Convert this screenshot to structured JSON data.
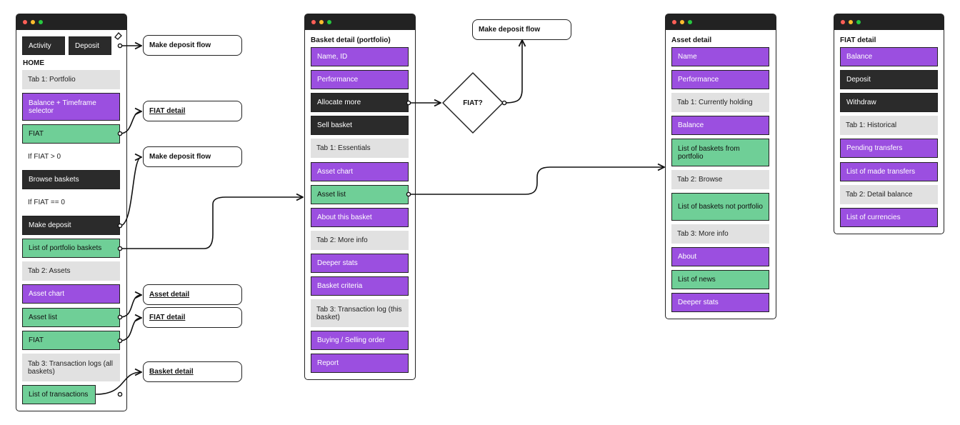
{
  "home": {
    "buttons": [
      "Activity",
      "Deposit"
    ],
    "title": "HOME",
    "items": [
      {
        "label": "Tab 1: Portfolio",
        "style": "gray"
      },
      {
        "label": "Balance + Timeframe selector",
        "style": "purple"
      },
      {
        "label": "FIAT",
        "style": "green"
      },
      {
        "label": "If FIAT > 0",
        "style": "plain"
      },
      {
        "label": "Browse baskets",
        "style": "dark"
      },
      {
        "label": "If FIAT == 0",
        "style": "plain"
      },
      {
        "label": "Make deposit",
        "style": "dark"
      },
      {
        "label": "List of portfolio baskets",
        "style": "green"
      },
      {
        "label": "Tab 2: Assets",
        "style": "gray"
      },
      {
        "label": "Asset chart",
        "style": "purple"
      },
      {
        "label": "Asset list",
        "style": "green"
      },
      {
        "label": "FIAT",
        "style": "green"
      },
      {
        "label": "Tab 3: Transaction logs (all baskets)",
        "style": "gray"
      },
      {
        "label": "List of transactions",
        "style": "green"
      }
    ]
  },
  "home_links": [
    "Make deposit flow",
    "FIAT detail",
    "Make deposit flow",
    "Asset detail",
    "FIAT detail",
    "Basket detail"
  ],
  "basket": {
    "title": "Basket detail (portfolio)",
    "items": [
      {
        "label": "Name, ID",
        "style": "purple"
      },
      {
        "label": "Performance",
        "style": "purple"
      },
      {
        "label": "Allocate more",
        "style": "dark"
      },
      {
        "label": "Sell basket",
        "style": "dark"
      },
      {
        "label": "Tab 1: Essentials",
        "style": "gray"
      },
      {
        "label": "Asset chart",
        "style": "purple"
      },
      {
        "label": "Asset list",
        "style": "green"
      },
      {
        "label": "About this basket",
        "style": "purple"
      },
      {
        "label": "Tab 2: More info",
        "style": "gray"
      },
      {
        "label": "Deeper stats",
        "style": "purple"
      },
      {
        "label": "Basket criteria",
        "style": "purple"
      },
      {
        "label": "Tab 3: Transaction log (this basket)",
        "style": "gray"
      },
      {
        "label": "Buying / Selling order",
        "style": "purple"
      },
      {
        "label": "Report",
        "style": "purple"
      }
    ]
  },
  "decision": {
    "label": "FIAT?",
    "target": "Make deposit flow"
  },
  "asset": {
    "title": "Asset detail",
    "items": [
      {
        "label": "Name",
        "style": "purple"
      },
      {
        "label": "Performance",
        "style": "purple"
      },
      {
        "label": "Tab 1: Currently holding",
        "style": "gray"
      },
      {
        "label": "Balance",
        "style": "purple"
      },
      {
        "label": "List of baskets from portfolio",
        "style": "green"
      },
      {
        "label": "Tab 2: Browse",
        "style": "gray"
      },
      {
        "label": "List of baskets not portfolio",
        "style": "green"
      },
      {
        "label": "Tab 3: More info",
        "style": "gray"
      },
      {
        "label": "About",
        "style": "purple"
      },
      {
        "label": "List of news",
        "style": "green"
      },
      {
        "label": "Deeper stats",
        "style": "purple"
      }
    ]
  },
  "fiat": {
    "title": "FIAT detail",
    "items": [
      {
        "label": "Balance",
        "style": "purple"
      },
      {
        "label": "Deposit",
        "style": "dark"
      },
      {
        "label": "Withdraw",
        "style": "dark"
      },
      {
        "label": "Tab 1: Historical",
        "style": "gray"
      },
      {
        "label": "Pending transfers",
        "style": "purple"
      },
      {
        "label": "List of made transfers",
        "style": "purple"
      },
      {
        "label": "Tab 2: Detail balance",
        "style": "gray"
      },
      {
        "label": "List of currencies",
        "style": "purple"
      }
    ]
  },
  "colors": {
    "purple": "#9b4fe0",
    "green": "#6fcf97",
    "dark": "#2b2b2b",
    "gray": "#e1e1e1"
  }
}
